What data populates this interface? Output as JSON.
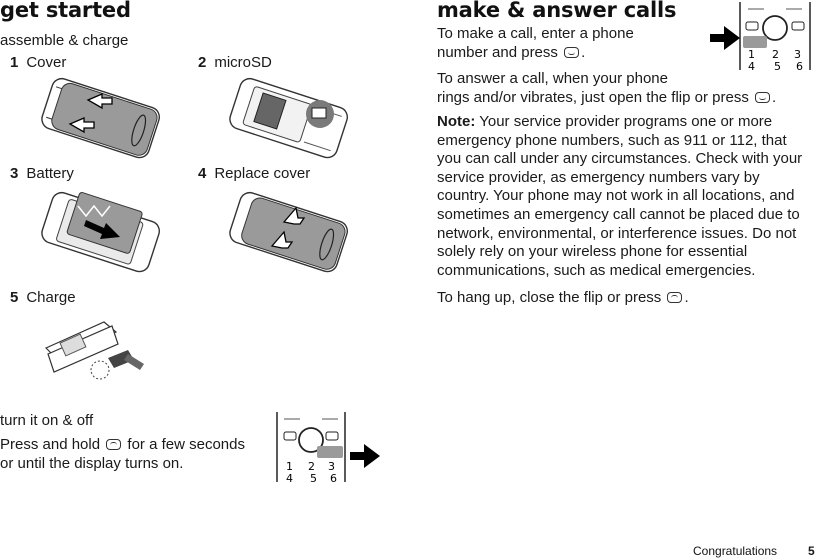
{
  "left": {
    "title": "get started",
    "assemble_heading": "assemble & charge",
    "steps": [
      {
        "num": "1",
        "label": "Cover"
      },
      {
        "num": "2",
        "label": "microSD"
      },
      {
        "num": "3",
        "label": "Battery"
      },
      {
        "num": "4",
        "label": "Replace cover"
      },
      {
        "num": "5",
        "label": "Charge"
      }
    ],
    "turn_on_heading": "turn it on & off",
    "turn_on_text_a": "Press and hold",
    "turn_on_text_b": "for a few seconds",
    "turn_on_text_c": "or until the display turns on."
  },
  "right": {
    "title": "make & answer calls",
    "make_a": "To make a call, enter a phone",
    "make_b": "number and press",
    "answer_a": "To answer a call, when your phone",
    "answer_b": "rings and/or vibrates, just open the flip or press",
    "note_label": "Note:",
    "note_lines": [
      "Your service provider programs one or more",
      "emergency phone numbers, such as 911 or 112, that",
      "you can call under any circumstances. Check with your",
      "service provider, as emergency numbers vary by",
      "country. Your phone may not work in all locations, and",
      "sometimes an emergency call cannot be placed due to",
      "network, environmental, or interference issues. Do not",
      "solely rely on your wireless phone for essential",
      "communications, such as medical emergencies."
    ],
    "hangup": "To hang up, close the flip or press"
  },
  "keypad": {
    "k1": "1",
    "k2": "2",
    "k3": "3",
    "k4": "4",
    "k5": "5",
    "k6": "6"
  },
  "footer": {
    "section": "Congratulations",
    "page": "5"
  }
}
